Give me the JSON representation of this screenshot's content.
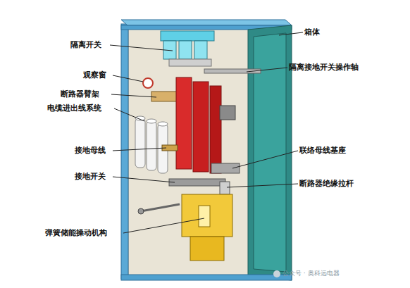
{
  "diagram": {
    "labels": [
      "隔离开关",
      "观察窗",
      "断路器臂架",
      "电缆进出线系统",
      "接地母线",
      "接地开关",
      "弹簧储能操动机构",
      "箱体",
      "隔离接地开关操作轴",
      "联络母线基座",
      "断路器绝缘拉杆",
      "公众号 · 奥科远电器"
    ]
  }
}
